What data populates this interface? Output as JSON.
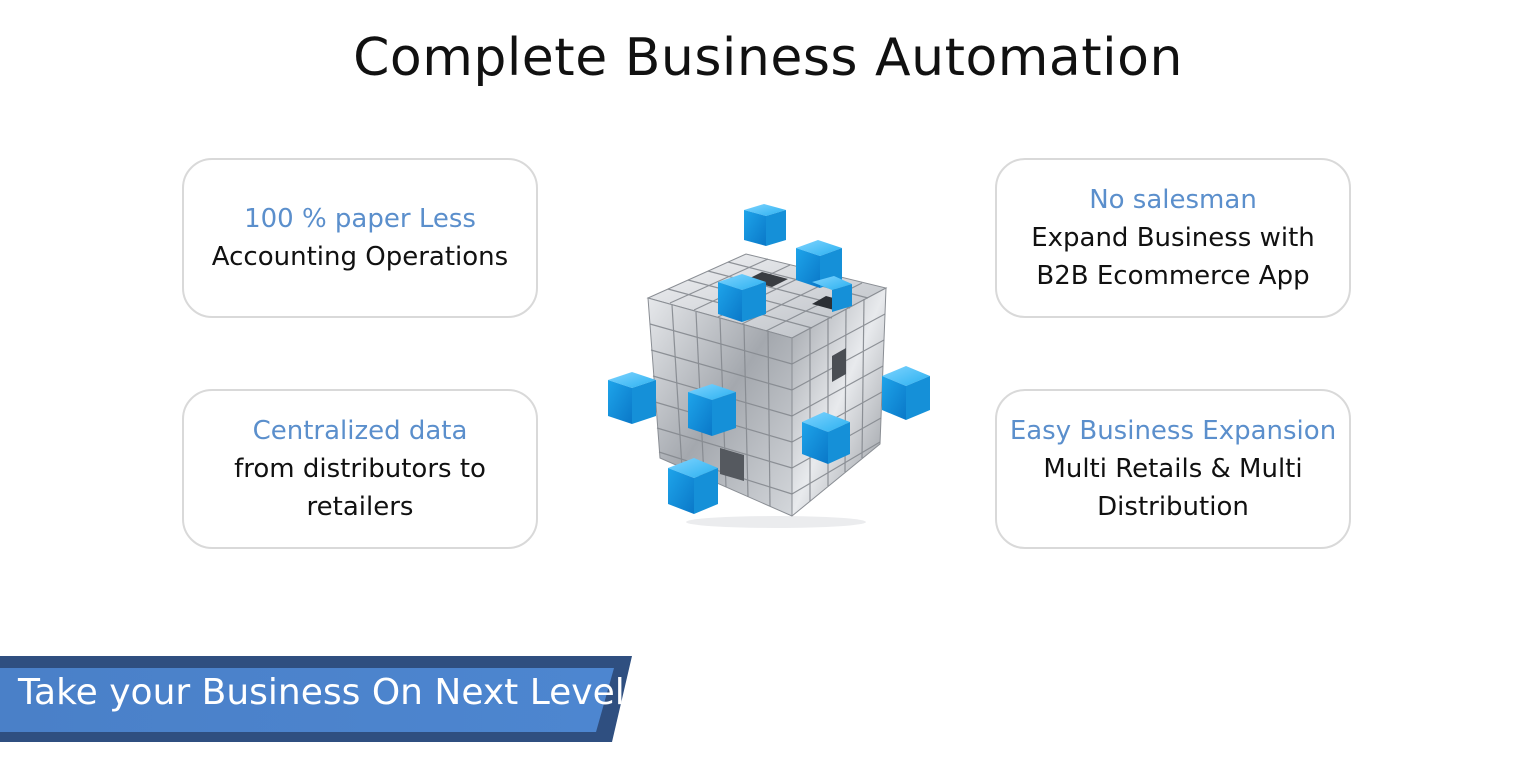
{
  "slide": {
    "title": "Complete Business Automation",
    "cards": {
      "top_left": {
        "heading": "100 % paper Less",
        "body": "Accounting Operations"
      },
      "top_right": {
        "heading": "No salesman",
        "body": "Expand Business with\nB2B Ecommerce App"
      },
      "bottom_left": {
        "heading": "Centralized data",
        "body": "from distributors to\nretailers"
      },
      "bottom_right": {
        "heading": "Easy Business Expansion",
        "body": "Multi Retails & Multi\nDistribution"
      }
    },
    "banner": {
      "text": "Take your Business On Next Level"
    },
    "colors": {
      "heading_blue": "#5b8fcc",
      "banner_dark": "#2b4a7a",
      "banner_light": "#4f86cc",
      "cube_blue": "#1da1e8",
      "cube_silver": "#b8bcc2"
    },
    "illustration_icon": "cube-blocks-icon"
  }
}
